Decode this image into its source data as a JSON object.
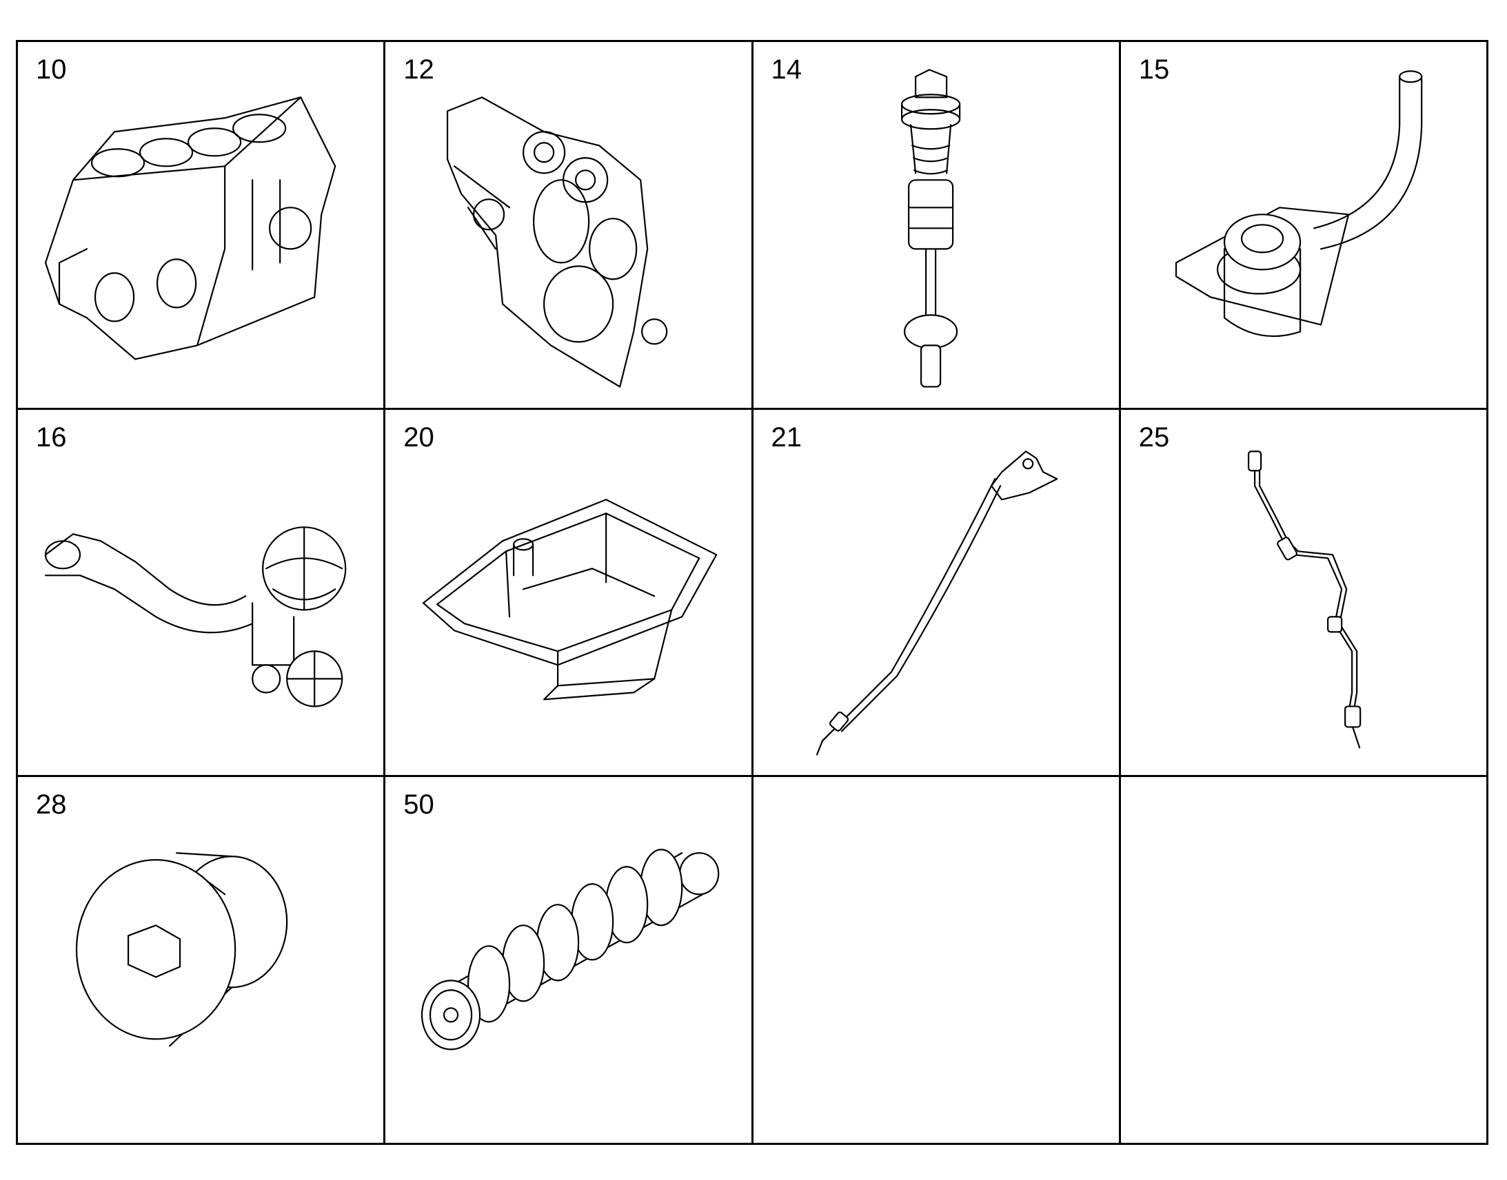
{
  "parts": [
    {
      "number": "10",
      "icon": "engine-block-icon"
    },
    {
      "number": "12",
      "icon": "timing-cover-icon"
    },
    {
      "number": "14",
      "icon": "valve-plug-icon"
    },
    {
      "number": "15",
      "icon": "oil-pickup-tube-icon"
    },
    {
      "number": "16",
      "icon": "breather-hose-icon"
    },
    {
      "number": "20",
      "icon": "oil-pan-icon"
    },
    {
      "number": "21",
      "icon": "dipstick-icon"
    },
    {
      "number": "25",
      "icon": "sensor-line-icon"
    },
    {
      "number": "28",
      "icon": "hex-plug-icon"
    },
    {
      "number": "50",
      "icon": "crankshaft-icon"
    },
    {
      "number": "",
      "icon": ""
    },
    {
      "number": "",
      "icon": ""
    }
  ]
}
